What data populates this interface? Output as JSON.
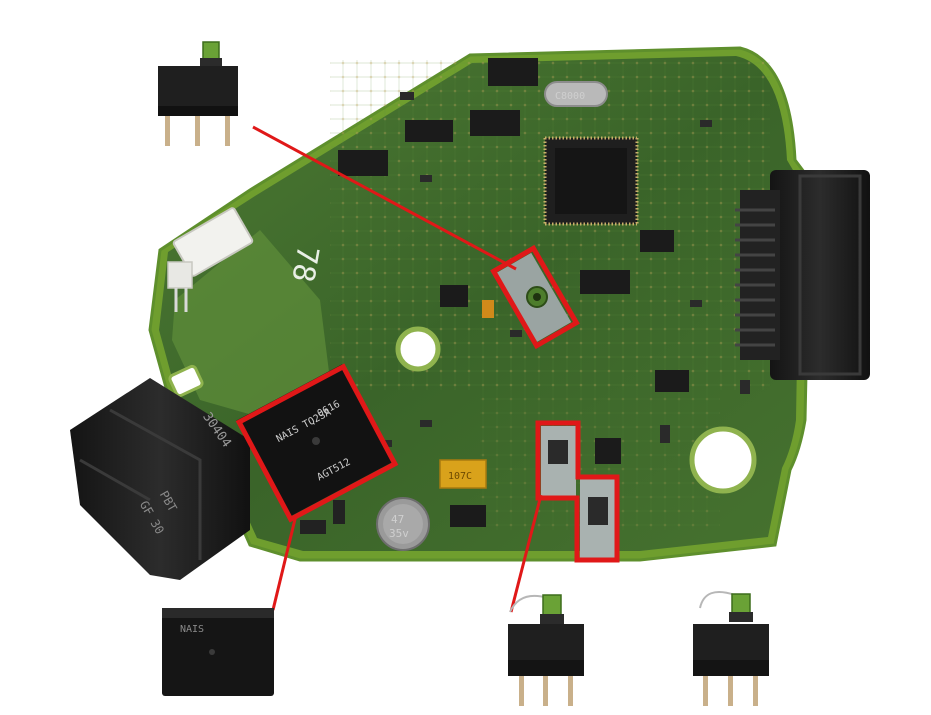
{
  "image": {
    "description": "Green automotive PCB with connectors, a relay and micro switches; red boxes highlight components with callout lines to loose parts."
  },
  "colors": {
    "pcb": "#3f6b2e",
    "pcb_edge": "#5e8f2c",
    "pcb_bright": "#7ea63a",
    "connector": "#1e1e1e",
    "highlight": "#e01818",
    "white": "#ffffff"
  },
  "labels": {
    "crystal": "C8000",
    "board_number": "78",
    "relay_top": "NAIS TQ2SA",
    "relay_bottom": "AGT512",
    "relay_code": "0616",
    "capacitor_1": "47",
    "capacitor_2": "35v",
    "cap_yellow": "107C",
    "connector_mark_1": "30404",
    "connector_mark_2": "PBT",
    "connector_mark_3": "GF 30",
    "loose_relay": "NAIS"
  }
}
